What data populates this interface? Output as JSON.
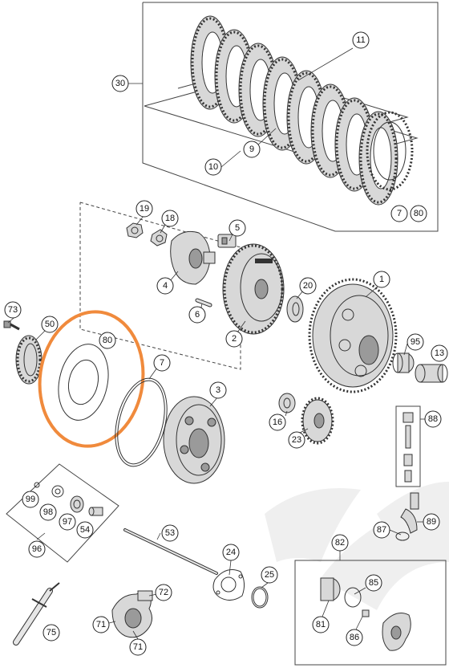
{
  "callouts": [
    {
      "id": "c30",
      "label": "30"
    },
    {
      "id": "c11",
      "label": "11"
    },
    {
      "id": "c9",
      "label": "9"
    },
    {
      "id": "c10",
      "label": "10"
    },
    {
      "id": "c7a",
      "label": "7"
    },
    {
      "id": "c80a",
      "label": "80"
    },
    {
      "id": "c19",
      "label": "19"
    },
    {
      "id": "c18",
      "label": "18"
    },
    {
      "id": "c5",
      "label": "5"
    },
    {
      "id": "c4",
      "label": "4"
    },
    {
      "id": "c6",
      "label": "6"
    },
    {
      "id": "c2",
      "label": "2"
    },
    {
      "id": "c20",
      "label": "20"
    },
    {
      "id": "c1",
      "label": "1"
    },
    {
      "id": "c73",
      "label": "73"
    },
    {
      "id": "c50",
      "label": "50"
    },
    {
      "id": "c80b",
      "label": "80"
    },
    {
      "id": "c7b",
      "label": "7"
    },
    {
      "id": "c3",
      "label": "3"
    },
    {
      "id": "c95",
      "label": "95"
    },
    {
      "id": "c13",
      "label": "13"
    },
    {
      "id": "c16",
      "label": "16"
    },
    {
      "id": "c23",
      "label": "23"
    },
    {
      "id": "c88",
      "label": "88"
    },
    {
      "id": "c99",
      "label": "99"
    },
    {
      "id": "c98",
      "label": "98"
    },
    {
      "id": "c97",
      "label": "97"
    },
    {
      "id": "c54",
      "label": "54"
    },
    {
      "id": "c96",
      "label": "96"
    },
    {
      "id": "c53",
      "label": "53"
    },
    {
      "id": "c24",
      "label": "24"
    },
    {
      "id": "c25",
      "label": "25"
    },
    {
      "id": "c87",
      "label": "87"
    },
    {
      "id": "c89",
      "label": "89"
    },
    {
      "id": "c82",
      "label": "82"
    },
    {
      "id": "c85",
      "label": "85"
    },
    {
      "id": "c81",
      "label": "81"
    },
    {
      "id": "c86",
      "label": "86"
    },
    {
      "id": "c72",
      "label": "72"
    },
    {
      "id": "c71a",
      "label": "71"
    },
    {
      "id": "c71b",
      "label": "71"
    },
    {
      "id": "c75",
      "label": "75"
    }
  ],
  "colors": {
    "highlight": "#f08a3c",
    "line": "#333333",
    "watermark": "#eeeeee"
  }
}
